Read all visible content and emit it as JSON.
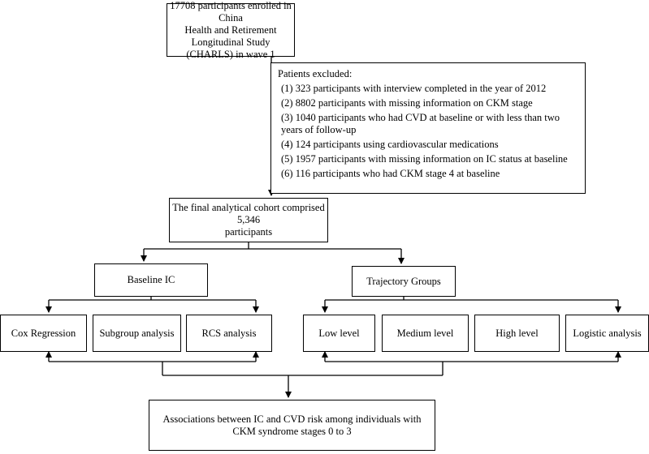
{
  "enrollment": {
    "line1": "17708 participants enrolled in China",
    "line2": "Health and Retirement Longitudinal Study",
    "line3": "(CHARLS) in wave 1"
  },
  "exclusion": {
    "title": "Patients excluded:",
    "items": [
      "(1) 323 participants with interview completed in the year of 2012",
      "(2) 8802 participants with missing information on CKM stage",
      "(3) 1040 participants who had CVD at baseline or with less than two years of follow-up",
      "(4) 124 participants using cardiovascular medications",
      "(5) 1957 participants with missing information on IC status at baseline",
      "(6) 116 participants who had CKM stage 4 at baseline"
    ]
  },
  "cohort": {
    "line1": "The final analytical cohort comprised 5,346",
    "line2": "participants"
  },
  "baseline": {
    "title": "Baseline IC",
    "analyses": [
      "Cox Regression",
      "Subgroup analysis",
      "RCS analysis"
    ]
  },
  "trajectory": {
    "title": "Trajectory Groups",
    "groups": [
      "Low level",
      "Medium level",
      "High level",
      "Logistic analysis"
    ]
  },
  "outcome": {
    "line1": "Associations between IC and CVD risk among individuals with",
    "line2": "CKM syndrome stages 0 to 3"
  }
}
